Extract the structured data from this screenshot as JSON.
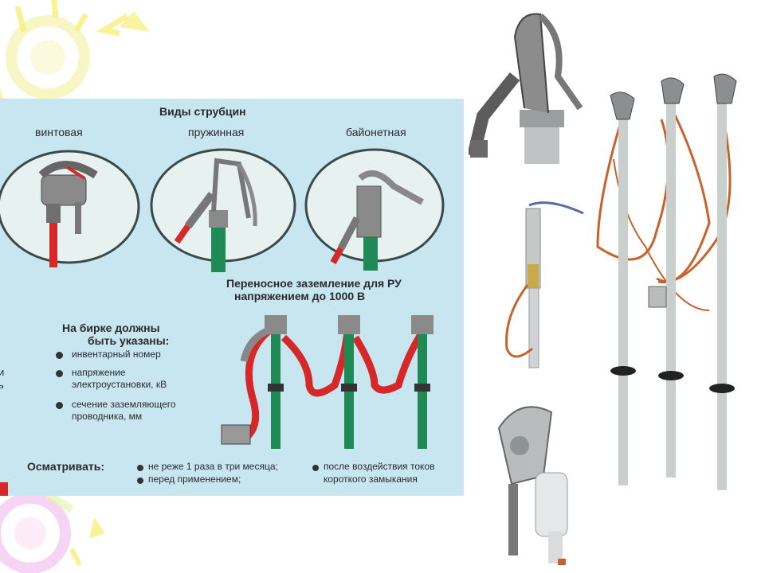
{
  "poster": {
    "title": "Виды струбцин",
    "types": [
      "винтовая",
      "пружинная",
      "байонетная"
    ],
    "grounding_title_line1": "Переносное заземление для РУ",
    "grounding_title_line2": "напряжением до 1000 В",
    "tag_heading_line1": "На бирке должны",
    "tag_heading_line2": "быть указаны:",
    "tag_items": [
      {
        "line1": "инвентарный номер",
        "line2": ""
      },
      {
        "line1": "напряжение",
        "line2": "электроустановки, кВ"
      },
      {
        "line1": "сечение заземляющего",
        "line2": "проводника, мм"
      }
    ],
    "inspect_label": "Осматривать:",
    "inspect_items": [
      "не реже 1 раза в три месяца;",
      "перед применением;"
    ],
    "inspect_items_right_line1": "после воздействия токов",
    "inspect_items_right_line2": "короткого замыкания",
    "cut_left_fragments": [
      "и",
      "ь"
    ]
  },
  "colors": {
    "poster_bg": "#c8e6f0",
    "rod_green": "#1f8a55",
    "cable_red": "#d62828",
    "clamp_gray": "#8a8a8a",
    "pole_gray": "#c9cfcc",
    "copper_wire": "#c7622c",
    "deco_yellow": "#f6f07a",
    "deco_pink": "#f3c6ef"
  }
}
